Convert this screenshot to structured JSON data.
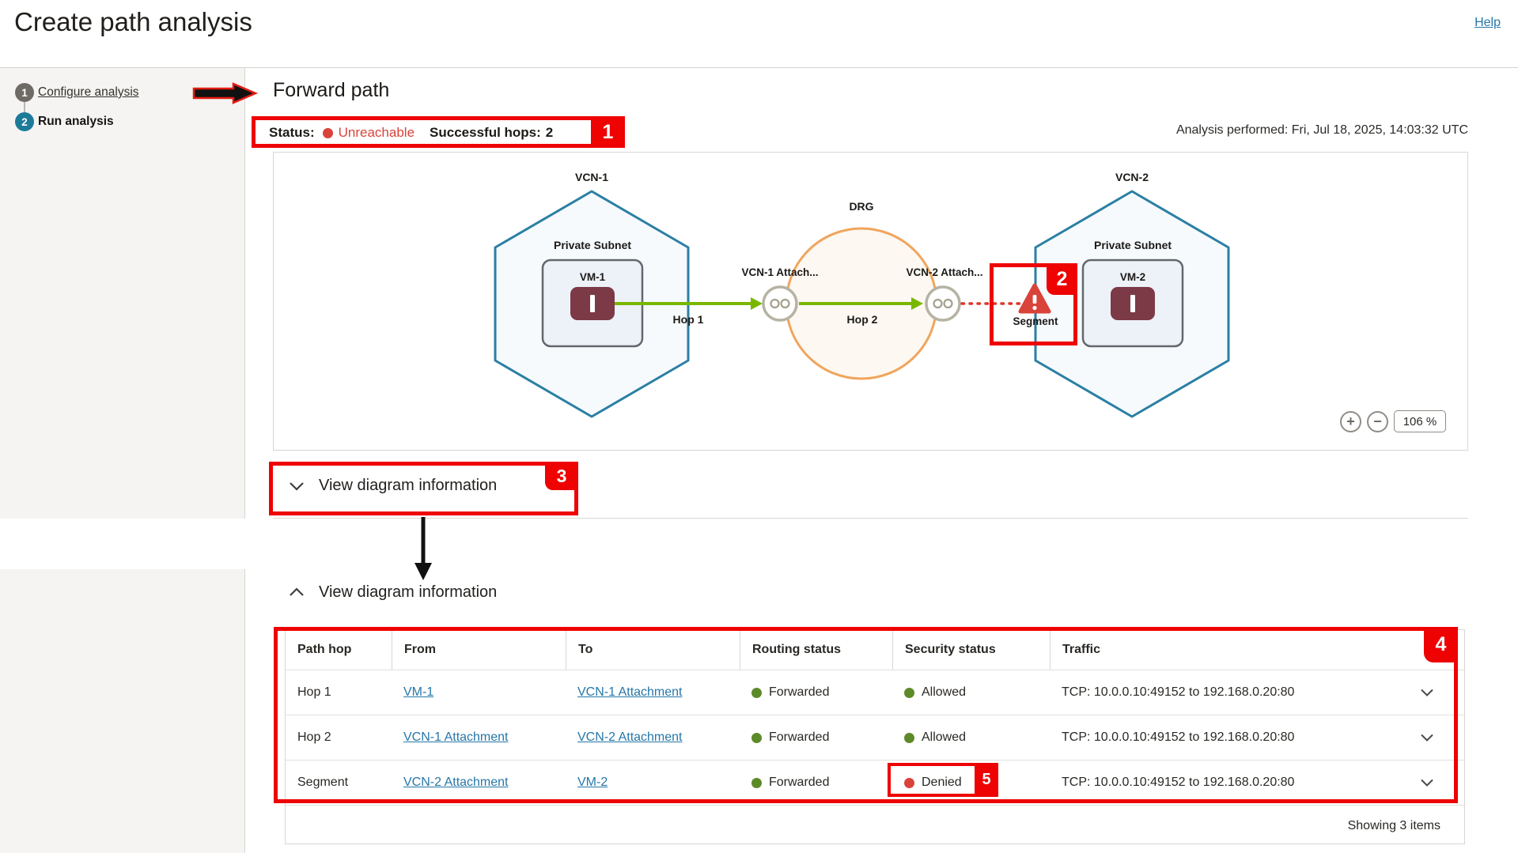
{
  "header": {
    "title": "Create path analysis",
    "help": "Help"
  },
  "sidebar": {
    "steps": [
      {
        "num": "1",
        "label": "Configure analysis"
      },
      {
        "num": "2",
        "label": "Run analysis"
      }
    ]
  },
  "forward_path": {
    "heading": "Forward path",
    "status_label": "Status:",
    "status_value": "Unreachable",
    "hops_label": "Successful hops:",
    "hops_value": "2",
    "analysis_performed": "Analysis performed: Fri, Jul 18, 2025, 14:03:32 UTC"
  },
  "diagram": {
    "vcn1_label": "VCN-1",
    "vcn1_subnet_label": "Private Subnet",
    "vm1_label": "VM-1",
    "drg_label": "DRG",
    "attachment1_label": "VCN-1 Attach...",
    "attachment2_label": "VCN-2 Attach...",
    "hop1_label": "Hop 1",
    "hop2_label": "Hop 2",
    "segment_label": "Segment",
    "vcn2_label": "VCN-2",
    "vcn2_subnet_label": "Private Subnet",
    "vm2_label": "VM-2",
    "zoom_in": "+",
    "zoom_out": "−",
    "zoom_level": "106 %"
  },
  "sections": {
    "view_diagram_collapsed": "View diagram information",
    "view_diagram_expanded": "View diagram information"
  },
  "table": {
    "headers": [
      "Path hop",
      "From",
      "To",
      "Routing status",
      "Security status",
      "Traffic"
    ],
    "rows": [
      {
        "path_hop": "Hop 1",
        "from": "VM-1",
        "to": "VCN-1 Attachment",
        "routing": "Forwarded",
        "security": "Allowed",
        "traffic": "TCP: 10.0.0.10:49152 to 192.168.0.20:80"
      },
      {
        "path_hop": "Hop 2",
        "from": "VCN-1 Attachment",
        "to": "VCN-2 Attachment",
        "routing": "Forwarded",
        "security": "Allowed",
        "traffic": "TCP: 10.0.0.10:49152 to 192.168.0.20:80"
      },
      {
        "path_hop": "Segment",
        "from": "VCN-2 Attachment",
        "to": "VM-2",
        "routing": "Forwarded",
        "security": "Denied",
        "traffic": "TCP: 10.0.0.10:49152 to 192.168.0.20:80"
      }
    ],
    "footer": "Showing 3 items"
  },
  "annotations": {
    "badge1": "1",
    "badge2": "2",
    "badge3": "3",
    "badge4": "4",
    "badge5": "5"
  },
  "colors": {
    "annotation_red": "#ee0202",
    "status_red": "#d9433a",
    "status_green": "#5d8a28",
    "link": "#2577a8",
    "hexagon_border": "#2b7fa3",
    "drg_border": "#f0a55e",
    "vm_icon": "#7b3a46",
    "arrow_green": "#79b700"
  }
}
